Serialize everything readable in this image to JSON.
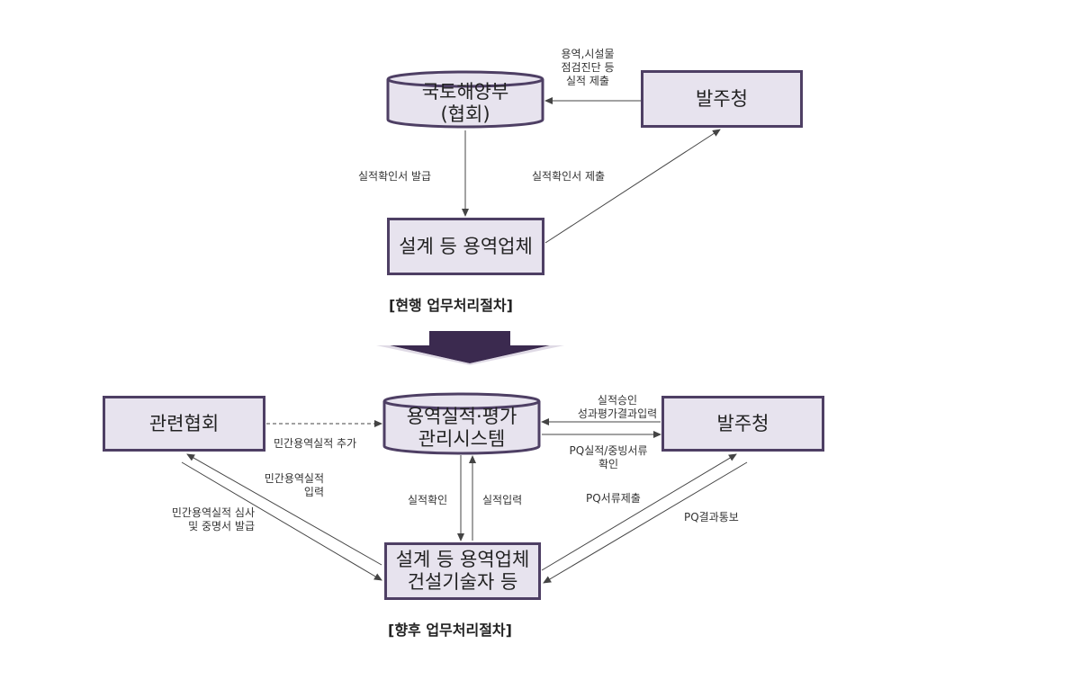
{
  "colors": {
    "box_fill": "#e7e3ee",
    "box_border": "#4e3f64",
    "big_arrow": "#3b2a4f",
    "line": "#444444"
  },
  "current": {
    "ministry": {
      "line1": "국토해양부",
      "line2": "(협회)"
    },
    "client": "발주청",
    "contractor": "설계 등 용역업체",
    "label_submit": {
      "line1": "용역,시설물",
      "line2": "점검진단 등",
      "line3": "실적 제출"
    },
    "label_issue": "실적확인서 발급",
    "label_cert_submit": "실적확인서 제출",
    "caption": "[현행 업무처리절차]"
  },
  "future": {
    "association": "관련협회",
    "system": {
      "line1": "용역실적·평가",
      "line2": "관리시스템"
    },
    "client": "발주청",
    "contractor": {
      "line1": "설계 등 용역업체",
      "line2": "건설기술자 등"
    },
    "label_private_add": "민간용역실적 추가",
    "label_approval": {
      "line1": "실적승인",
      "line2": "성과평가결과입력"
    },
    "label_pq_confirm": {
      "line1": "PQ실적/중빙서류",
      "line2": "확인"
    },
    "label_private_input": {
      "line1": "민간용역실적",
      "line2": "입력"
    },
    "label_private_review": {
      "line1": "민간용역실적  심사",
      "line2": "및 중명서 발급"
    },
    "label_check": "실적확인",
    "label_input": "실적입력",
    "label_pq_submit": "PQ서류제출",
    "label_pq_notice": "PQ결과통보",
    "caption": "[향후 업무처리절차]"
  }
}
